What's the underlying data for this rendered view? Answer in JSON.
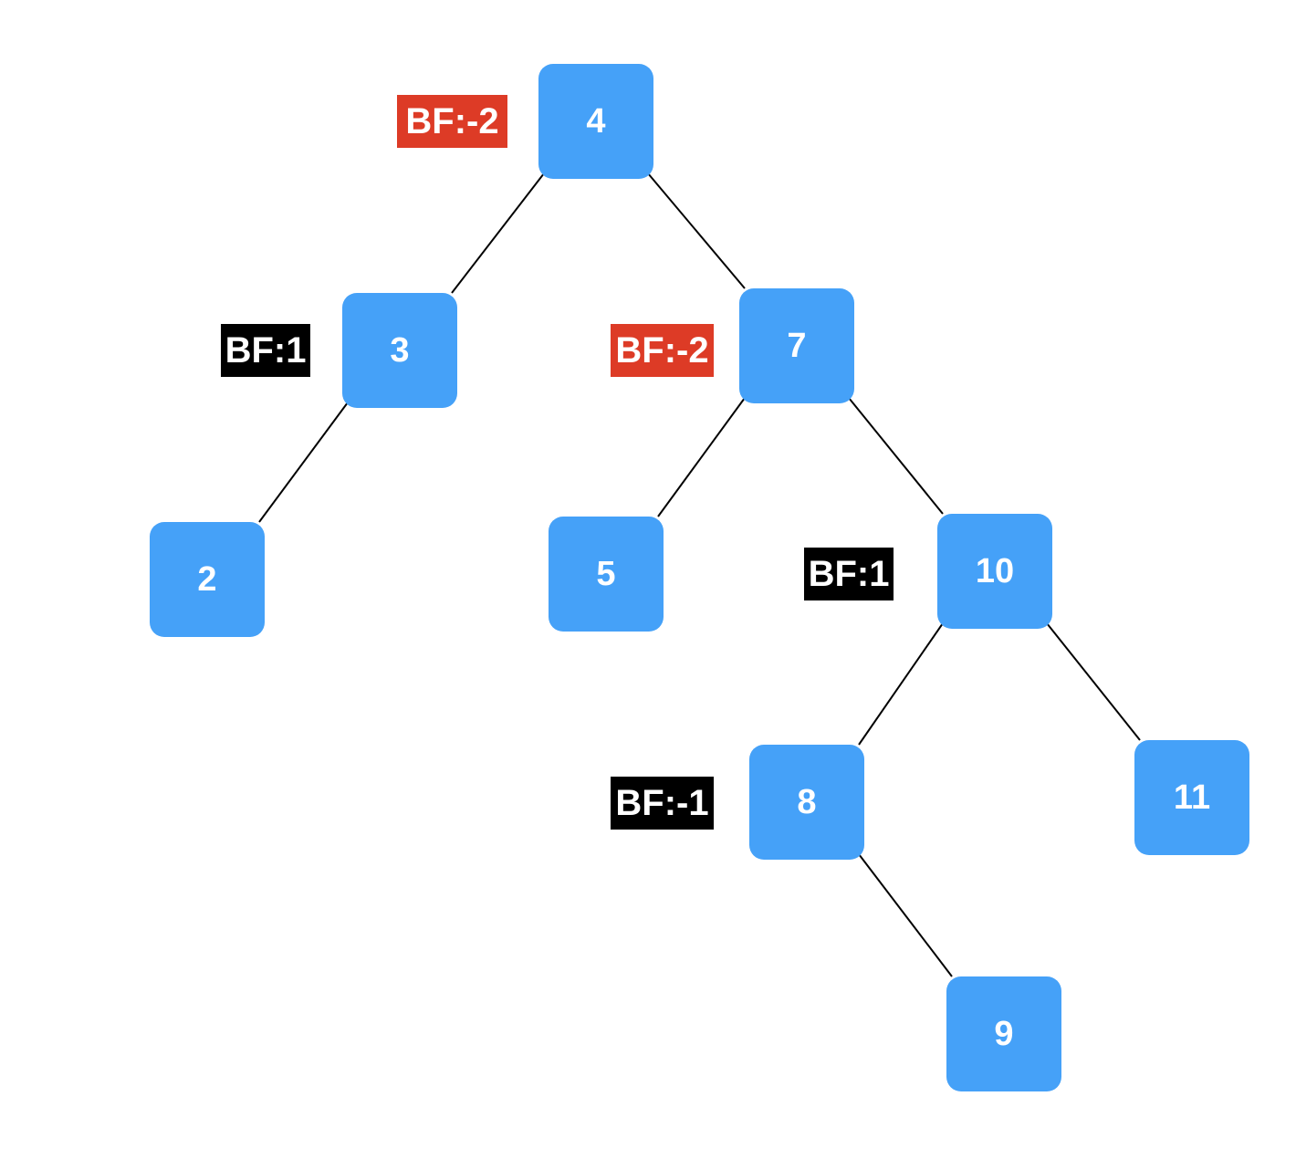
{
  "colors": {
    "node_fill": "#45a1f8",
    "node_text": "#ffffff",
    "bf_alert": "#dd3b26",
    "bf_normal": "#000000",
    "edge": "#000000"
  },
  "nodes": {
    "n4": {
      "value": "4"
    },
    "n3": {
      "value": "3"
    },
    "n7": {
      "value": "7"
    },
    "n2": {
      "value": "2"
    },
    "n5": {
      "value": "5"
    },
    "n10": {
      "value": "10"
    },
    "n8": {
      "value": "8"
    },
    "n11": {
      "value": "11"
    },
    "n9": {
      "value": "9"
    }
  },
  "balance_factors": {
    "n4": {
      "text": "BF:-2",
      "status": "alert"
    },
    "n3": {
      "text": "BF:1",
      "status": "normal"
    },
    "n7": {
      "text": "BF:-2",
      "status": "alert"
    },
    "n10": {
      "text": "BF:1",
      "status": "normal"
    },
    "n8": {
      "text": "BF:-1",
      "status": "normal"
    }
  },
  "edges": [
    [
      "n4",
      "n3"
    ],
    [
      "n4",
      "n7"
    ],
    [
      "n3",
      "n2"
    ],
    [
      "n7",
      "n5"
    ],
    [
      "n7",
      "n10"
    ],
    [
      "n10",
      "n8"
    ],
    [
      "n10",
      "n11"
    ],
    [
      "n8",
      "n9"
    ]
  ]
}
